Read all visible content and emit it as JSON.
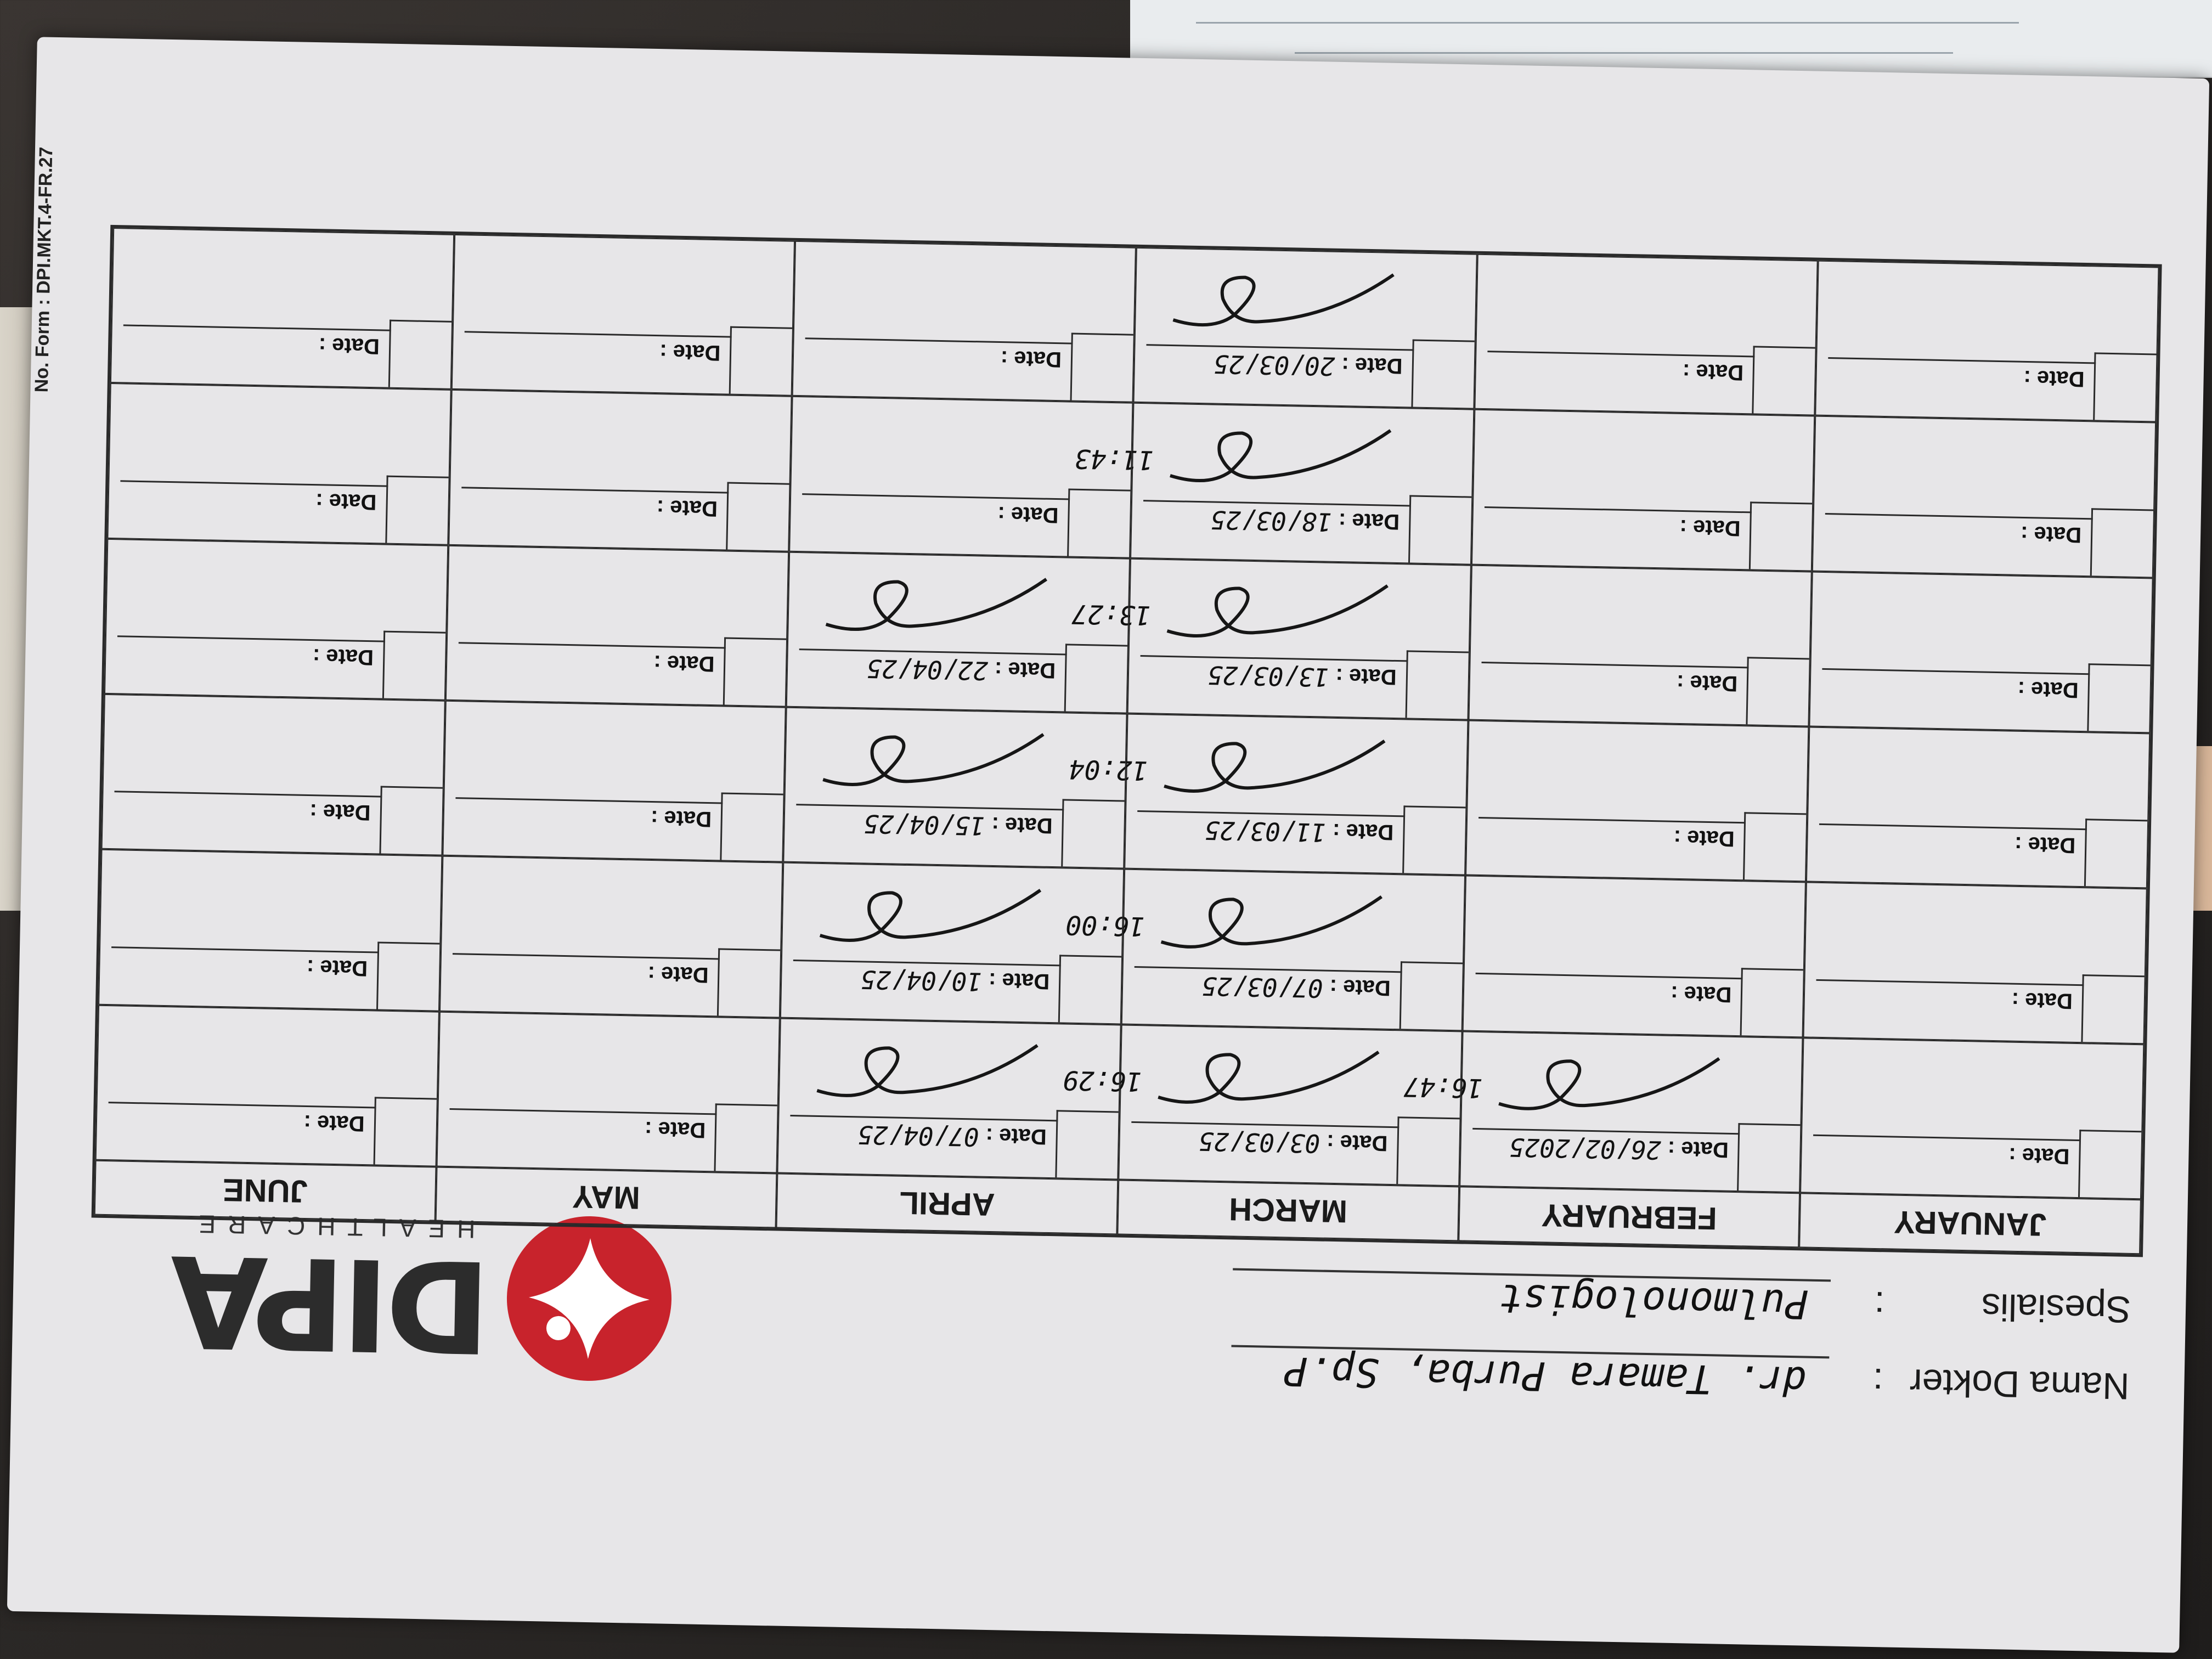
{
  "form": {
    "doctor_label": "Nama Dokter",
    "doctor_value": "dr. Tamara Purba, Sp.P",
    "specialist_label": "Spesialis",
    "specialist_value": "Pulmonologist",
    "colon": ":",
    "form_number": "No. Form : DPI.MKT.4-FR.27"
  },
  "logo": {
    "name": "DIPA",
    "subtitle": "HEALTHCARE",
    "color": "#c8232c"
  },
  "date_label": "Date :",
  "months": [
    "JANUARY",
    "FEBRUARY",
    "MARCH",
    "APRIL",
    "MAY",
    "JUNE"
  ],
  "cells": [
    [
      {
        "date": ""
      },
      {
        "date": "26/02/2025",
        "time": "16:47",
        "signed": true
      },
      {
        "date": "03/03/25",
        "time": "16:29",
        "signed": true
      },
      {
        "date": "07/04/25",
        "signed": true
      },
      {
        "date": ""
      },
      {
        "date": ""
      }
    ],
    [
      {
        "date": ""
      },
      {
        "date": ""
      },
      {
        "date": "07/03/25",
        "time": "16:00",
        "signed": true
      },
      {
        "date": "10/04/25",
        "signed": true
      },
      {
        "date": ""
      },
      {
        "date": ""
      }
    ],
    [
      {
        "date": ""
      },
      {
        "date": ""
      },
      {
        "date": "11/03/25",
        "time": "12:04",
        "signed": true
      },
      {
        "date": "15/04/25",
        "signed": true
      },
      {
        "date": ""
      },
      {
        "date": ""
      }
    ],
    [
      {
        "date": ""
      },
      {
        "date": ""
      },
      {
        "date": "13/03/25",
        "time": "13:27",
        "signed": true
      },
      {
        "date": "22/04/25",
        "signed": true
      },
      {
        "date": ""
      },
      {
        "date": ""
      }
    ],
    [
      {
        "date": ""
      },
      {
        "date": ""
      },
      {
        "date": "18/03/25",
        "time": "11:43",
        "signed": true
      },
      {
        "date": ""
      },
      {
        "date": ""
      },
      {
        "date": ""
      }
    ],
    [
      {
        "date": ""
      },
      {
        "date": ""
      },
      {
        "date": "20/03/25",
        "signed": true
      },
      {
        "date": ""
      },
      {
        "date": ""
      },
      {
        "date": ""
      }
    ]
  ]
}
